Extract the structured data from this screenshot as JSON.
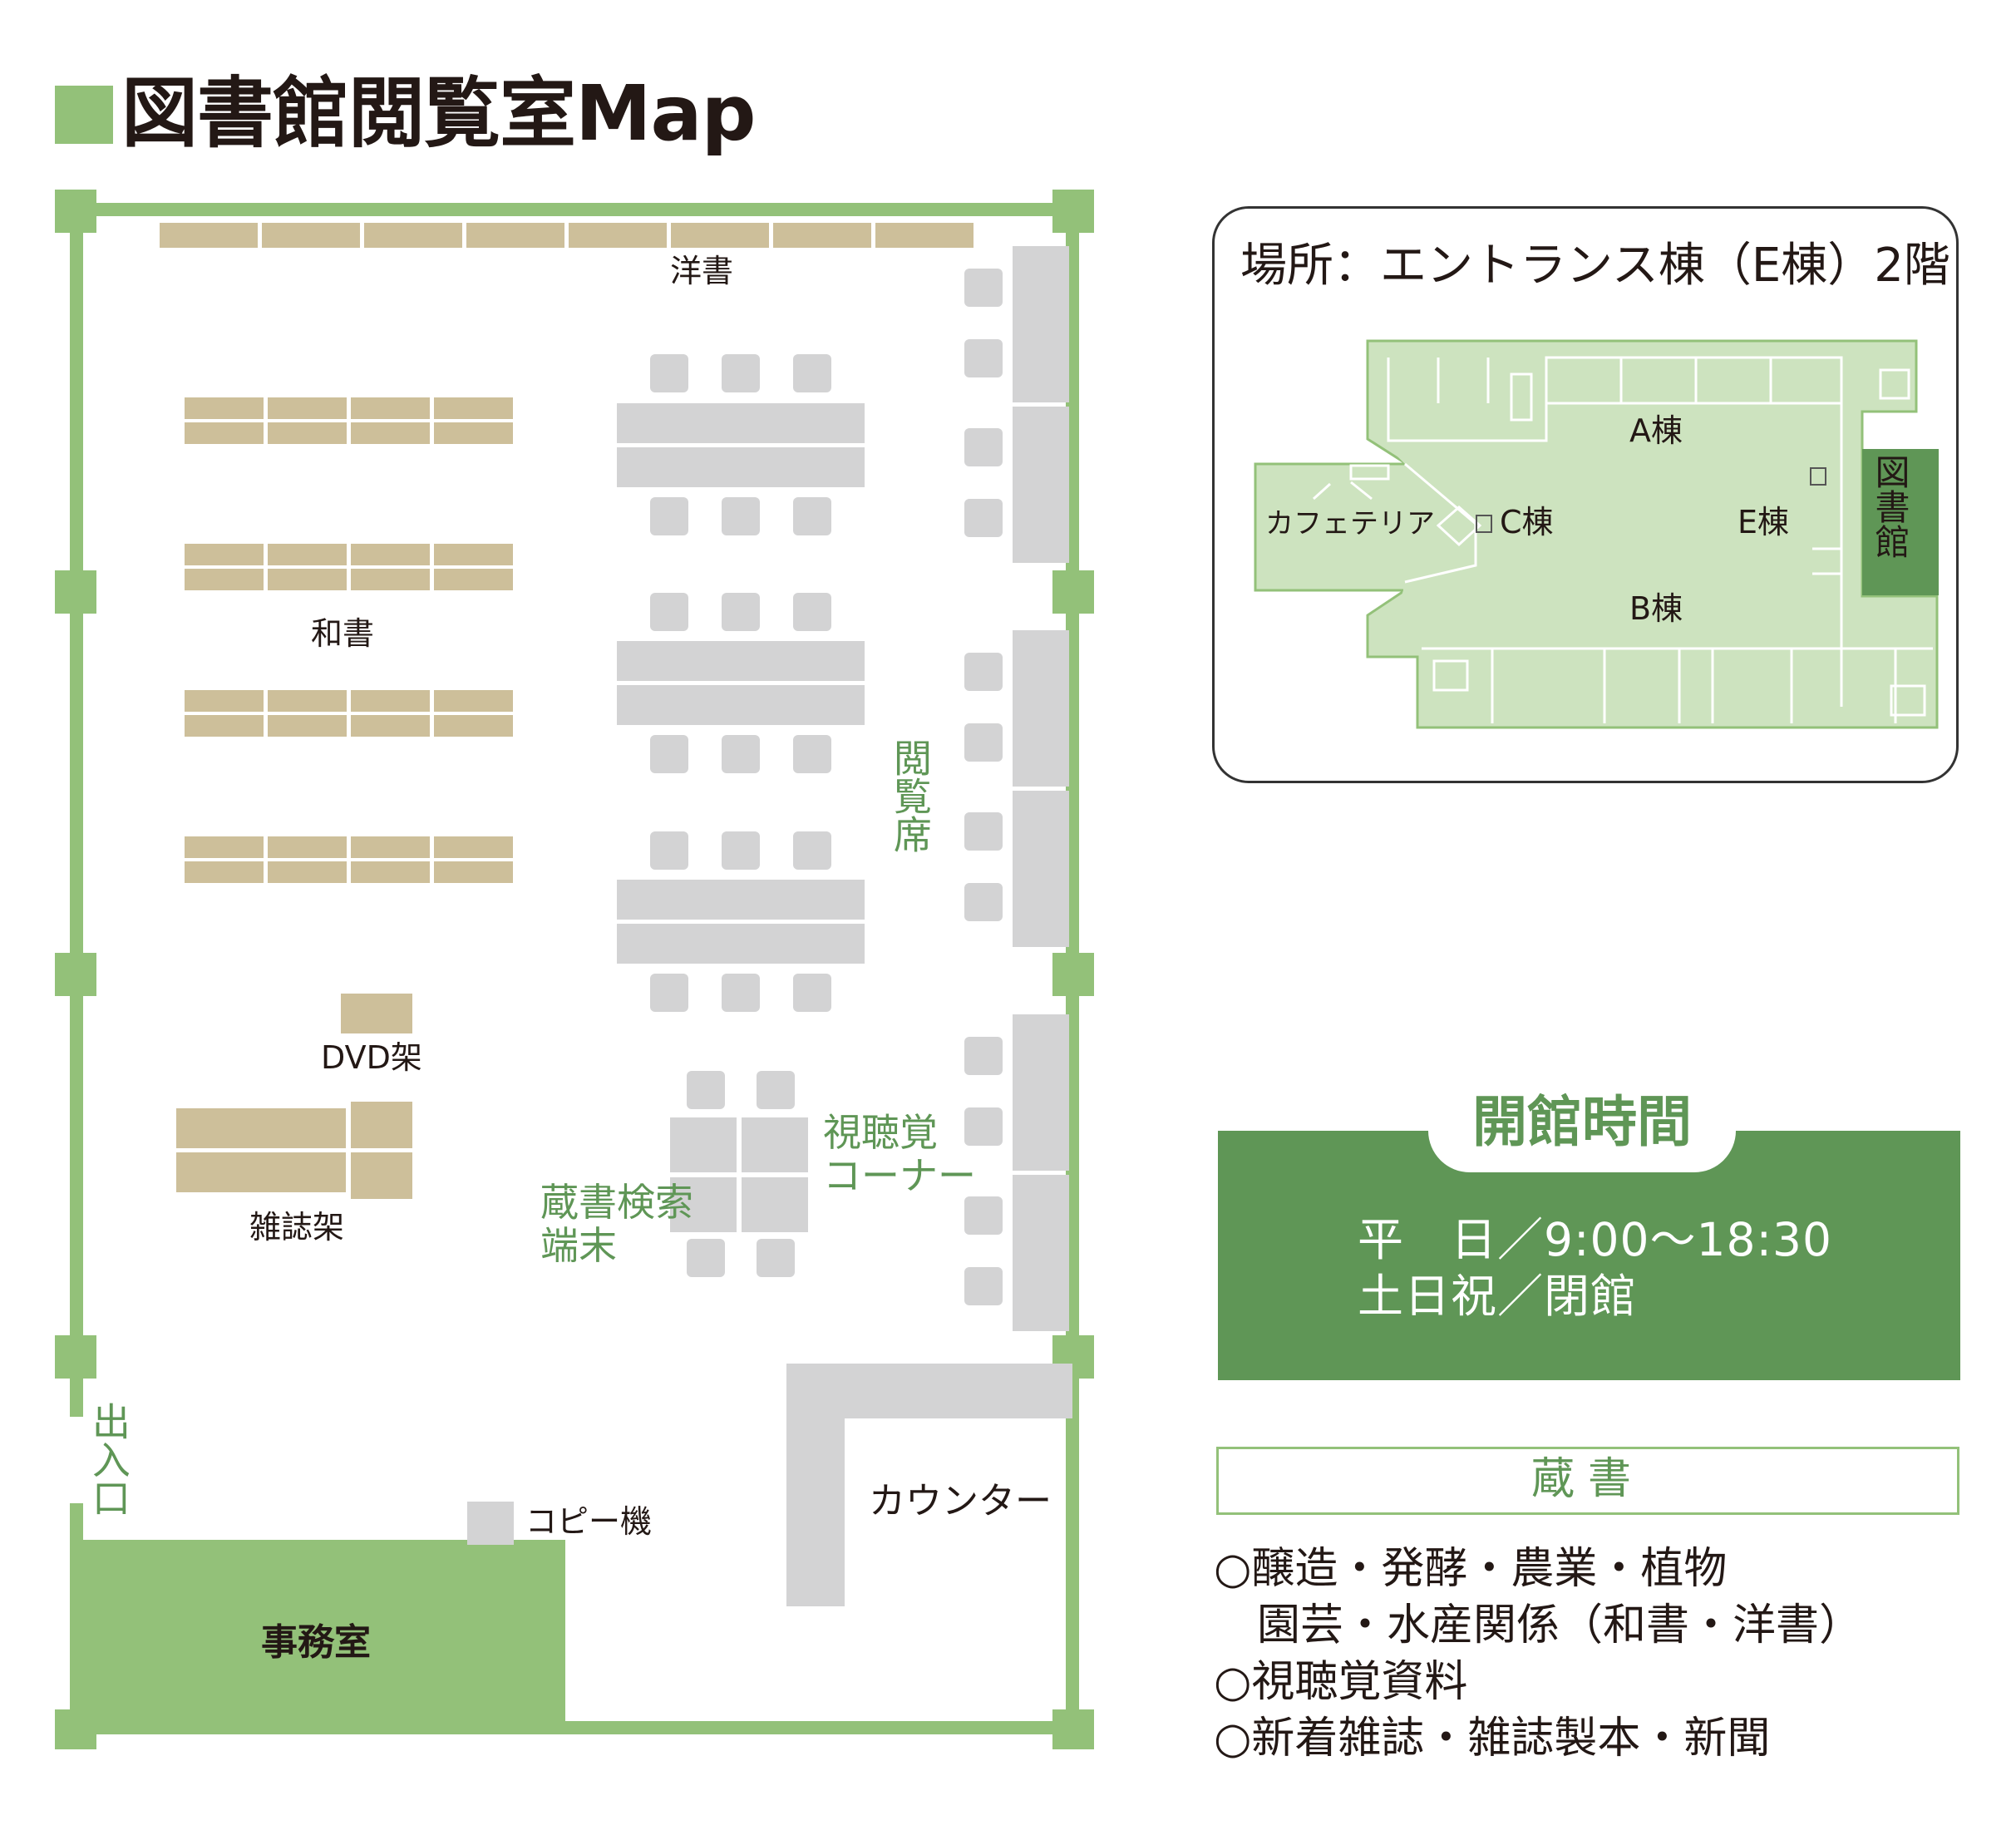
{
  "title": "図書館閲覧室Map",
  "location_text": "場所：エントランス棟（E棟）2階",
  "campus_labels": {
    "a": "A棟",
    "b": "B棟",
    "c": "C棟",
    "e": "E棟",
    "cafe": "カフェテリア",
    "library": "図書館"
  },
  "floor_labels": {
    "western": "洋書",
    "japanese": "和書",
    "seats": "閲覧席",
    "dvd": "DVD架",
    "magazine": "雑誌架",
    "search1": "蔵書検索",
    "search2": "端末",
    "av1": "視聴覚",
    "av2": "コーナー",
    "entrance": "出入口",
    "copy": "コピー機",
    "counter": "カウンター",
    "office": "事務室"
  },
  "hours": {
    "title": "開館時間",
    "weekday": "平　日／9:00～18:30",
    "weekend": "土日祝／閉館"
  },
  "collection": {
    "title": "蔵書",
    "line1": "○醸造・発酵・農業・植物",
    "line2": "　園芸・水産関係（和書・洋書）",
    "line3": "○視聴覚資料",
    "line4": "○新着雑誌・雑誌製本・新聞"
  },
  "colors": {
    "wall": "#93c179",
    "accent": "#5f9656",
    "shelf": "#cdbf9a",
    "furniture": "#d3d3d4",
    "campus": "#cde3bf"
  }
}
